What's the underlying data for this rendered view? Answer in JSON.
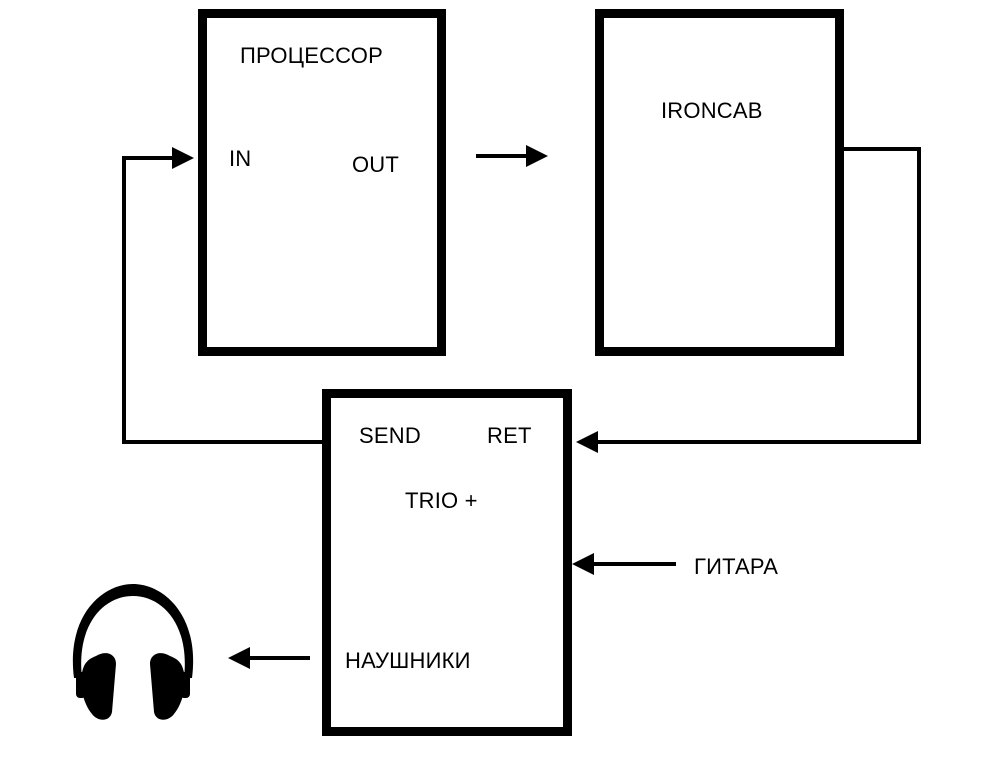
{
  "processor": {
    "title": "ПРОЦЕССОР",
    "in_label": "IN",
    "out_label": "OUT"
  },
  "ironcab": {
    "title": "IRONCAB"
  },
  "trio": {
    "title": "TRIO +",
    "send_label": "SEND",
    "ret_label": "RET",
    "headphones_label": "НАУШНИКИ"
  },
  "guitar": {
    "label": "ГИТАРА"
  },
  "icons": {
    "headphones": "headphones-icon"
  },
  "colors": {
    "line": "#000000",
    "background": "#ffffff"
  }
}
